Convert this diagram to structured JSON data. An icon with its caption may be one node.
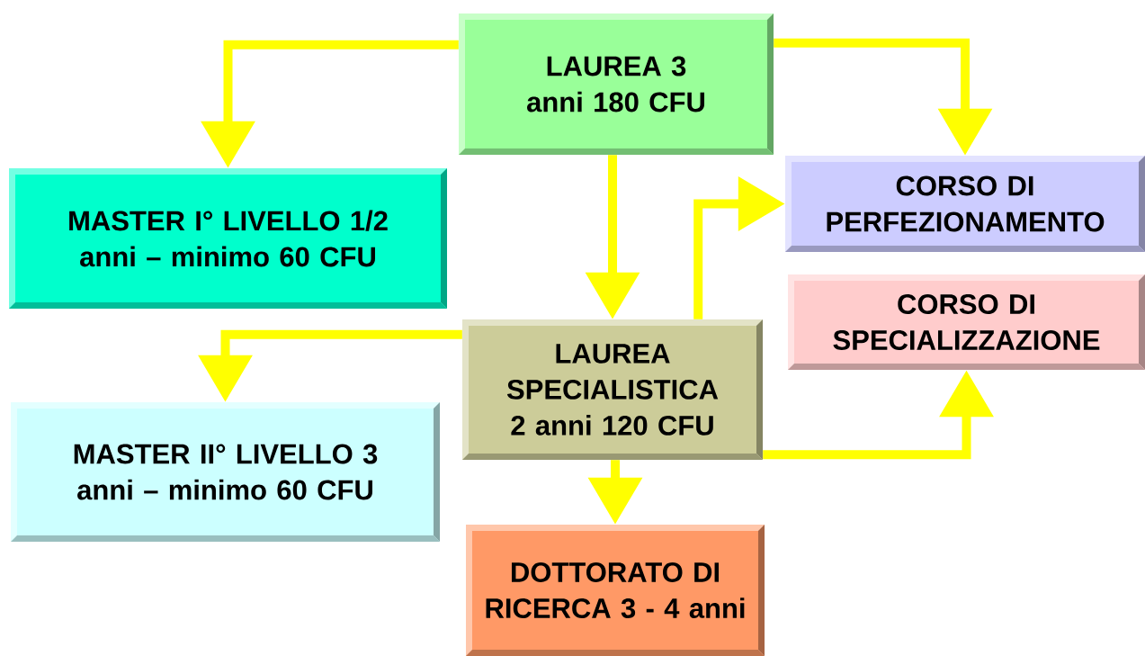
{
  "diagram": {
    "nodes": [
      {
        "text": [
          "LAUREA 3 anni 180 CFU"
        ]
      },
      {
        "text": [
          "MASTER I° LIVELLO 1/2 anni – minimo 60 CFU"
        ]
      },
      {
        "text": [
          "CORSO DI PERFEZIONAMENTO"
        ]
      },
      {
        "text": [
          "CORSO DI SPECIALIZZAZIONE"
        ]
      },
      {
        "text": [
          "LAUREA SPECIALISTICA 2 anni 120 CFU"
        ]
      },
      {
        "text": [
          "MASTER II° LIVELLO 3 anni – minimo 60 CFU"
        ]
      },
      {
        "text": [
          "DOTTORATO DI RICERCA 3 - 4 anni"
        ]
      }
    ],
    "edges": [
      {
        "from": 0,
        "to": 1,
        "arrow": "to"
      },
      {
        "from": 0,
        "to": 2,
        "arrow": "to"
      },
      {
        "from": 0,
        "to": 4,
        "arrow": "to"
      },
      {
        "from": 4,
        "to": 5,
        "arrow": "to"
      },
      {
        "from": 4,
        "to": 2,
        "arrow": "to"
      },
      {
        "from": 4,
        "to": 3,
        "arrow": "to"
      },
      {
        "from": 4,
        "to": 6,
        "arrow": "to"
      }
    ]
  }
}
